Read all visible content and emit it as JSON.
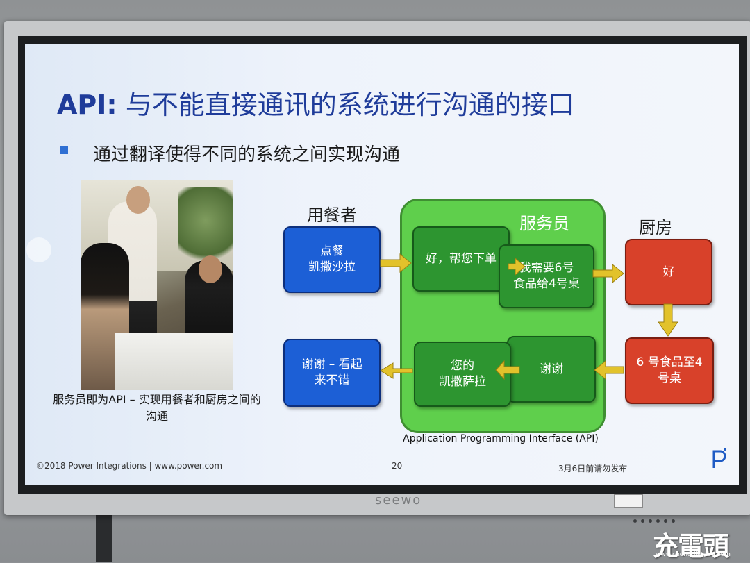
{
  "slide": {
    "title_api": "API:",
    "title_rest": " 与不能直接通讯的系统进行沟通的接口",
    "bullet": "通过翻译使得不同的系统之间实现沟通",
    "photo_caption": "服务员即为API – 实现用餐者和厨房之间的沟通",
    "labels": {
      "diner": "用餐者",
      "waiter": "服务员",
      "kitchen": "厨房"
    },
    "boxes": {
      "order": "点餐\n凯撒沙拉",
      "ok_order": "好，帮您下单",
      "request": "我需要6号\n食品给4号桌",
      "kitchen_ok": "好",
      "kitchen_done": "6 号食品至4\n号桌",
      "thanks": "谢谢",
      "your_salad": "您的\n凯撒萨拉",
      "looks_good": "谢谢 – 看起\n来不错"
    },
    "api_label": "Application Programming Interface (API)",
    "footer": {
      "left": "©2018 Power Integrations  |  www.power.com",
      "page": "20",
      "right": "3月6日前请勿发布"
    }
  },
  "monitor": {
    "brand": "seewo"
  },
  "watermark": {
    "text": "充電頭",
    "url": "www.chongdiantou.com"
  },
  "colors": {
    "title": "#1f3c9a",
    "blue_box": "#1c5fd6",
    "green_box": "#2d9530",
    "red_box": "#d8412a",
    "container": "#5fcf4c",
    "arrow": "#e2c22b"
  }
}
